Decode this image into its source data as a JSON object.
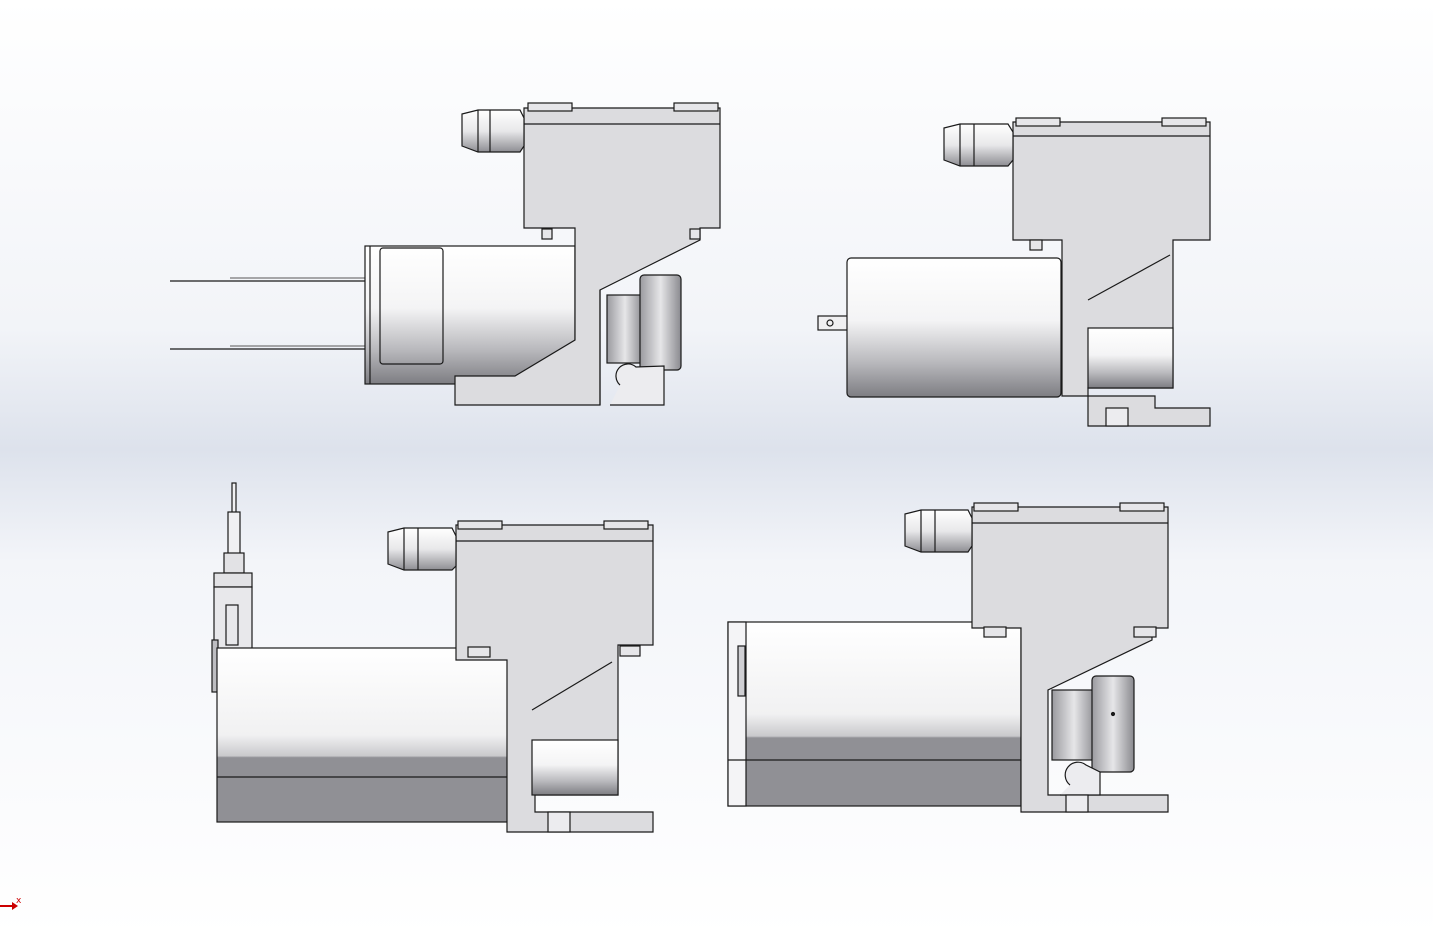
{
  "viewport": {
    "background_top": "#ffffff",
    "background_mid": "#dde2ec",
    "line_color": "#1a1a1a",
    "body_fill_light": "#ffffff",
    "body_fill_dark": "#8a8a8e",
    "bracket_fill": "#dcdcdf"
  },
  "views": [
    {
      "name": "view-top-left",
      "description_icon": "motor-assembly-side-with-leads"
    },
    {
      "name": "view-top-right",
      "description_icon": "motor-assembly-side-with-tab"
    },
    {
      "name": "view-bottom-left",
      "description_icon": "motor-assembly-side-with-probe"
    },
    {
      "name": "view-bottom-right",
      "description_icon": "motor-assembly-side-long-body"
    }
  ],
  "triad": {
    "x_label": "x",
    "x_color": "#cc0000"
  }
}
